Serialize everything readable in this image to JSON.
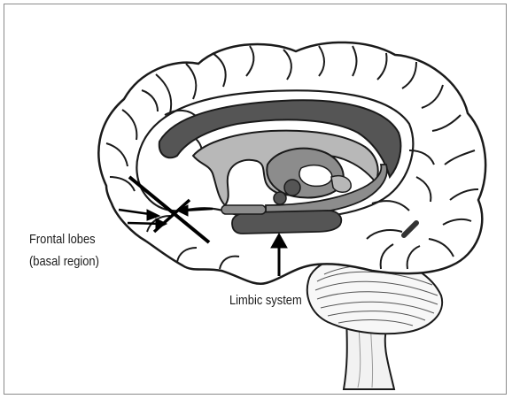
{
  "labels": {
    "frontal_line1": "Frontal lobes",
    "frontal_line2": "(basal region)",
    "limbic": "Limbic system"
  },
  "colors": {
    "outline": "#1a1a1a",
    "corpus_dark": "#555555",
    "limbic_light": "#b8b8b8",
    "limbic_mid": "#8c8c8c",
    "background": "#ffffff"
  }
}
